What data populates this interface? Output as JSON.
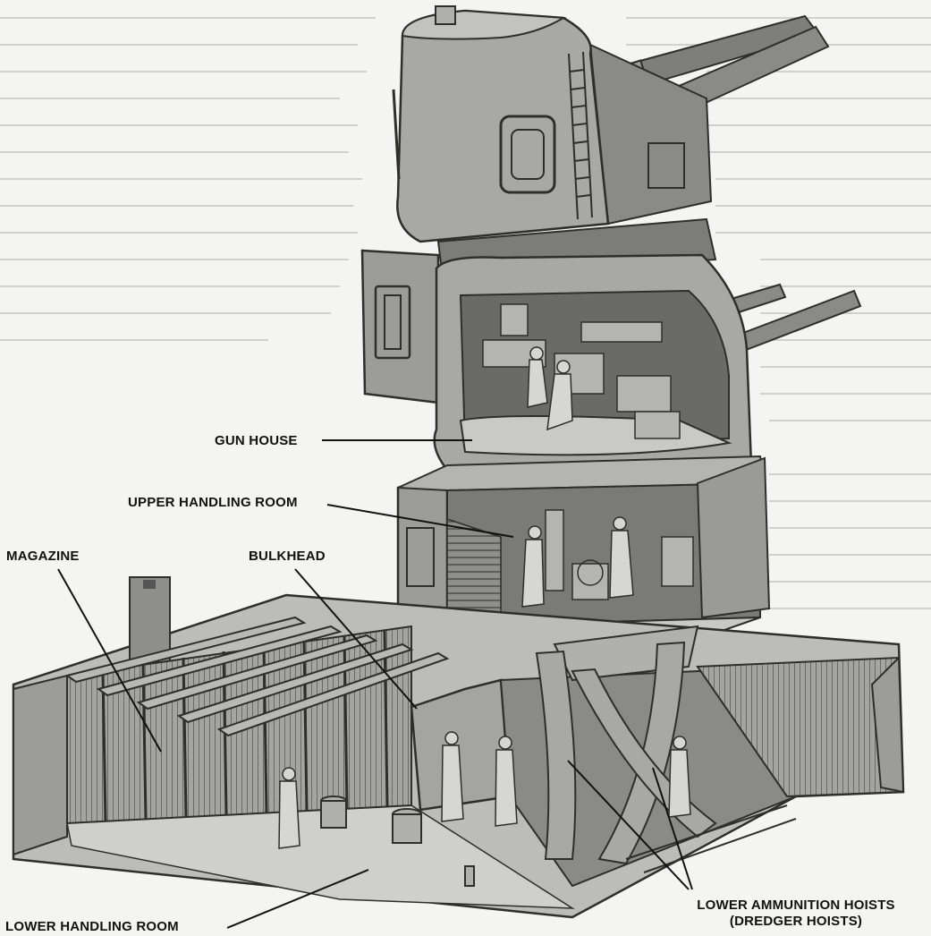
{
  "labels": {
    "gun_house": "GUN HOUSE",
    "upper_handling_room": "UPPER HANDLING ROOM",
    "magazine": "MAGAZINE",
    "bulkhead": "BULKHEAD",
    "lower_handling_room": "LOWER HANDLING ROOM",
    "lower_hoists_line1": "LOWER AMMUNITION HOISTS",
    "lower_hoists_line2": "(DREDGER HOISTS)"
  },
  "colors": {
    "background": "#f4f4f2",
    "metal_light": "#bdbdb9",
    "metal_mid": "#9a9a96",
    "metal_dark": "#6e6e6a",
    "ink": "#111111"
  }
}
